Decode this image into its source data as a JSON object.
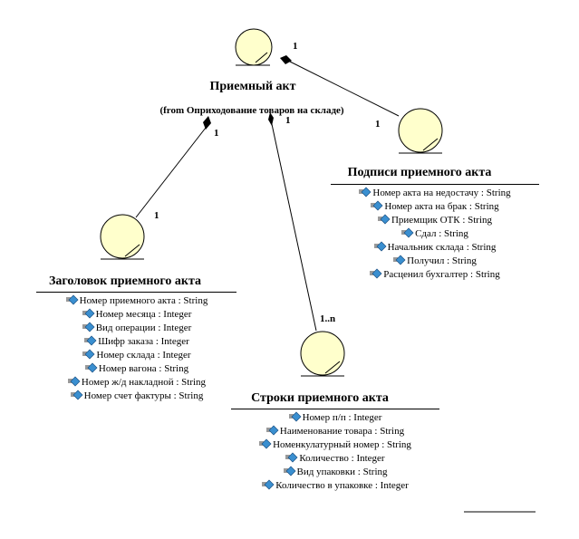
{
  "colors": {
    "circle_fill": "#ffffcc",
    "line": "#000000",
    "icon_blue": "#3a8fd0",
    "icon_grey": "#9a9a9a"
  },
  "main": {
    "title": "Приемный акт",
    "subtitle": "(from Оприходование товаров на складе)"
  },
  "header": {
    "title": "Заголовок приемного акта",
    "attributes": [
      "Номер приемного акта : String",
      "Номер месяца : Integer",
      "Вид операции : Integer",
      "Шифр заказа : Integer",
      "Номер склада : Integer",
      "Номер вагона : String",
      "Номер ж/д накладной : String",
      "Номер счет фактуры : String"
    ]
  },
  "signatures": {
    "title": "Подписи приемного акта",
    "attributes": [
      "Номер акта на недостачу : String",
      "Номер акта на брак : String",
      "Приемщик ОТК : String",
      "Сдал : String",
      "Начальник склада  : String",
      "Получил : String",
      "Расценил бухгалтер : String"
    ]
  },
  "rows": {
    "title": "Строки приемного акта",
    "attributes": [
      "Номер п/п : Integer",
      "Наименование товара : String",
      "Номенкулатурный номер : String",
      "Количество : Integer",
      "Вид упаковки : String",
      "Количество в упаковке : Integer"
    ]
  },
  "multiplicities": {
    "main_to_signatures": "1",
    "signatures_end": "1",
    "main_to_header": "1",
    "header_end": "1",
    "main_to_rows": "1",
    "rows_end": "1..n"
  }
}
